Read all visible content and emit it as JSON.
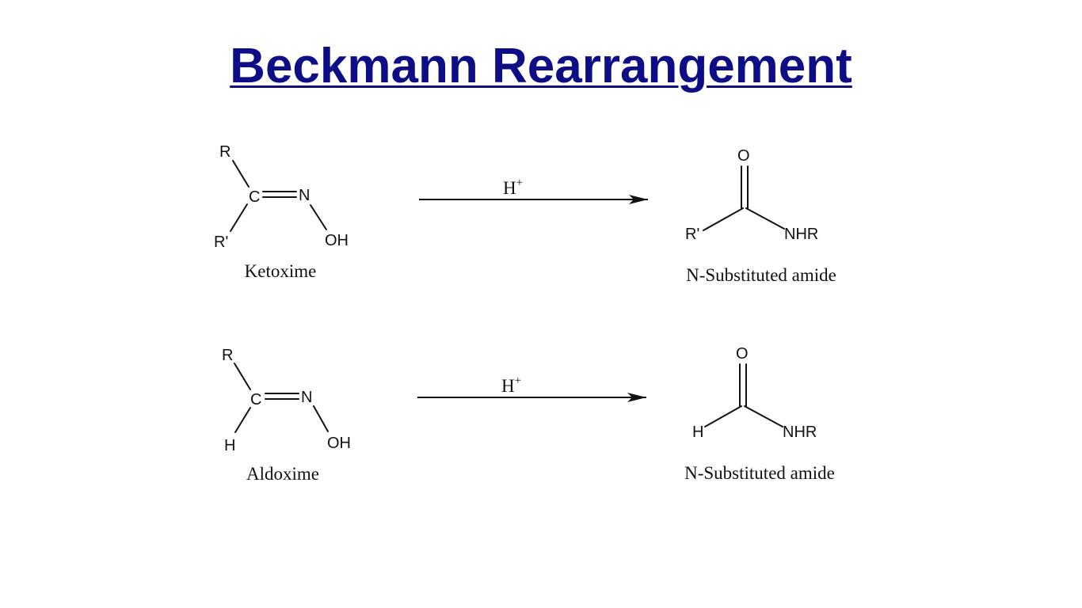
{
  "title": "Beckmann Rearrangement",
  "reactions": [
    {
      "reactant": {
        "substituent_top": "R",
        "substituent_bottom": "R'",
        "carbon": "C",
        "nitrogen": "N",
        "hydroxyl": "OH",
        "name": "Ketoxime"
      },
      "reagent": {
        "base": "H",
        "sup": "+"
      },
      "product": {
        "oxygen": "O",
        "left_group": "R'",
        "right_group": "NHR",
        "name": "N-Substituted amide"
      }
    },
    {
      "reactant": {
        "substituent_top": "R",
        "substituent_bottom": "H",
        "carbon": "C",
        "nitrogen": "N",
        "hydroxyl": "OH",
        "name": "Aldoxime"
      },
      "reagent": {
        "base": "H",
        "sup": "+"
      },
      "product": {
        "oxygen": "O",
        "left_group": "H",
        "right_group": "NHR",
        "name": "N-Substituted amide"
      }
    }
  ]
}
